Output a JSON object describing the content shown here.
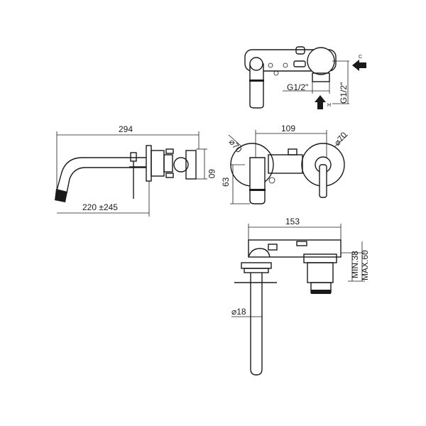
{
  "dimensions": {
    "top_connection": "G1/2\"",
    "side_connection": "G1/2\"",
    "cold_marker": "C",
    "hot_marker": "H",
    "total_length": "294",
    "spout_projection": "220 ±245",
    "height_side": "60",
    "centers": "109",
    "rosette_left": "⌀70",
    "rosette_right": "⌀70",
    "spout_height": "63",
    "body_width": "153",
    "depth_min": "MIN.38",
    "depth_max": "MAX.60",
    "spout_diameter": "⌀18"
  }
}
